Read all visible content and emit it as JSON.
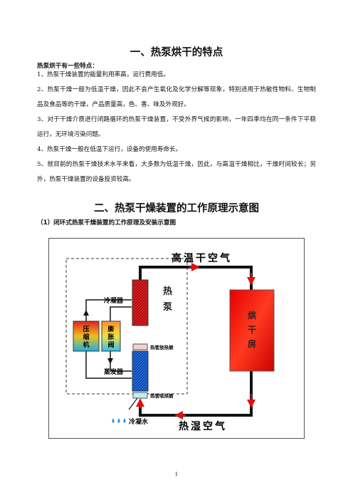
{
  "section1": {
    "title": "一、热泵烘干的特点",
    "subheading": "热泵烘干有一些特点：",
    "items": [
      "1、热泵干燥装置的能量利用率高，运行费用低。",
      "2、热泵干燥一般为低温干燥，因此不会产生氧化及化学分解等现象，特别适用于热敏性物料、生物制品及食品等的干燥，产品质量高，色、香、味及外观好。",
      "3、对于干燥介质进行闭路循环的热泵干燥装置，不受外界气候的影响，一年四季均在同一条件下平稳运行，无环境污染问题。",
      "4、热泵干燥一般在低温下运行，设备的使用寿命长。",
      "5、就目前的热泵干燥技术水平来看，大多数为低温干燥，因此，与高温干燥相比，干燥时间较长；另外，热泵干燥装置的设备投资较高。"
    ]
  },
  "section2": {
    "title": "二、热泵干燥装置的工作原理示意图",
    "caption": "（1）闭环式热泵干燥装置的工作原理及安装示意图"
  },
  "diagram": {
    "hot_air": "高温干空气",
    "wet_air": "热湿空气",
    "condenser": "冷凝器",
    "heat_pump": "热泵",
    "compressor": "压缩机",
    "expansion_valve": "膨胀阀",
    "evaporator": "蒸发器",
    "heat_pipe_release": "热管放热侧",
    "heat_pipe_absorb": "热管吸热侧",
    "drying_room": "烘干房",
    "condensate": "冷凝水"
  },
  "page_number": "1"
}
